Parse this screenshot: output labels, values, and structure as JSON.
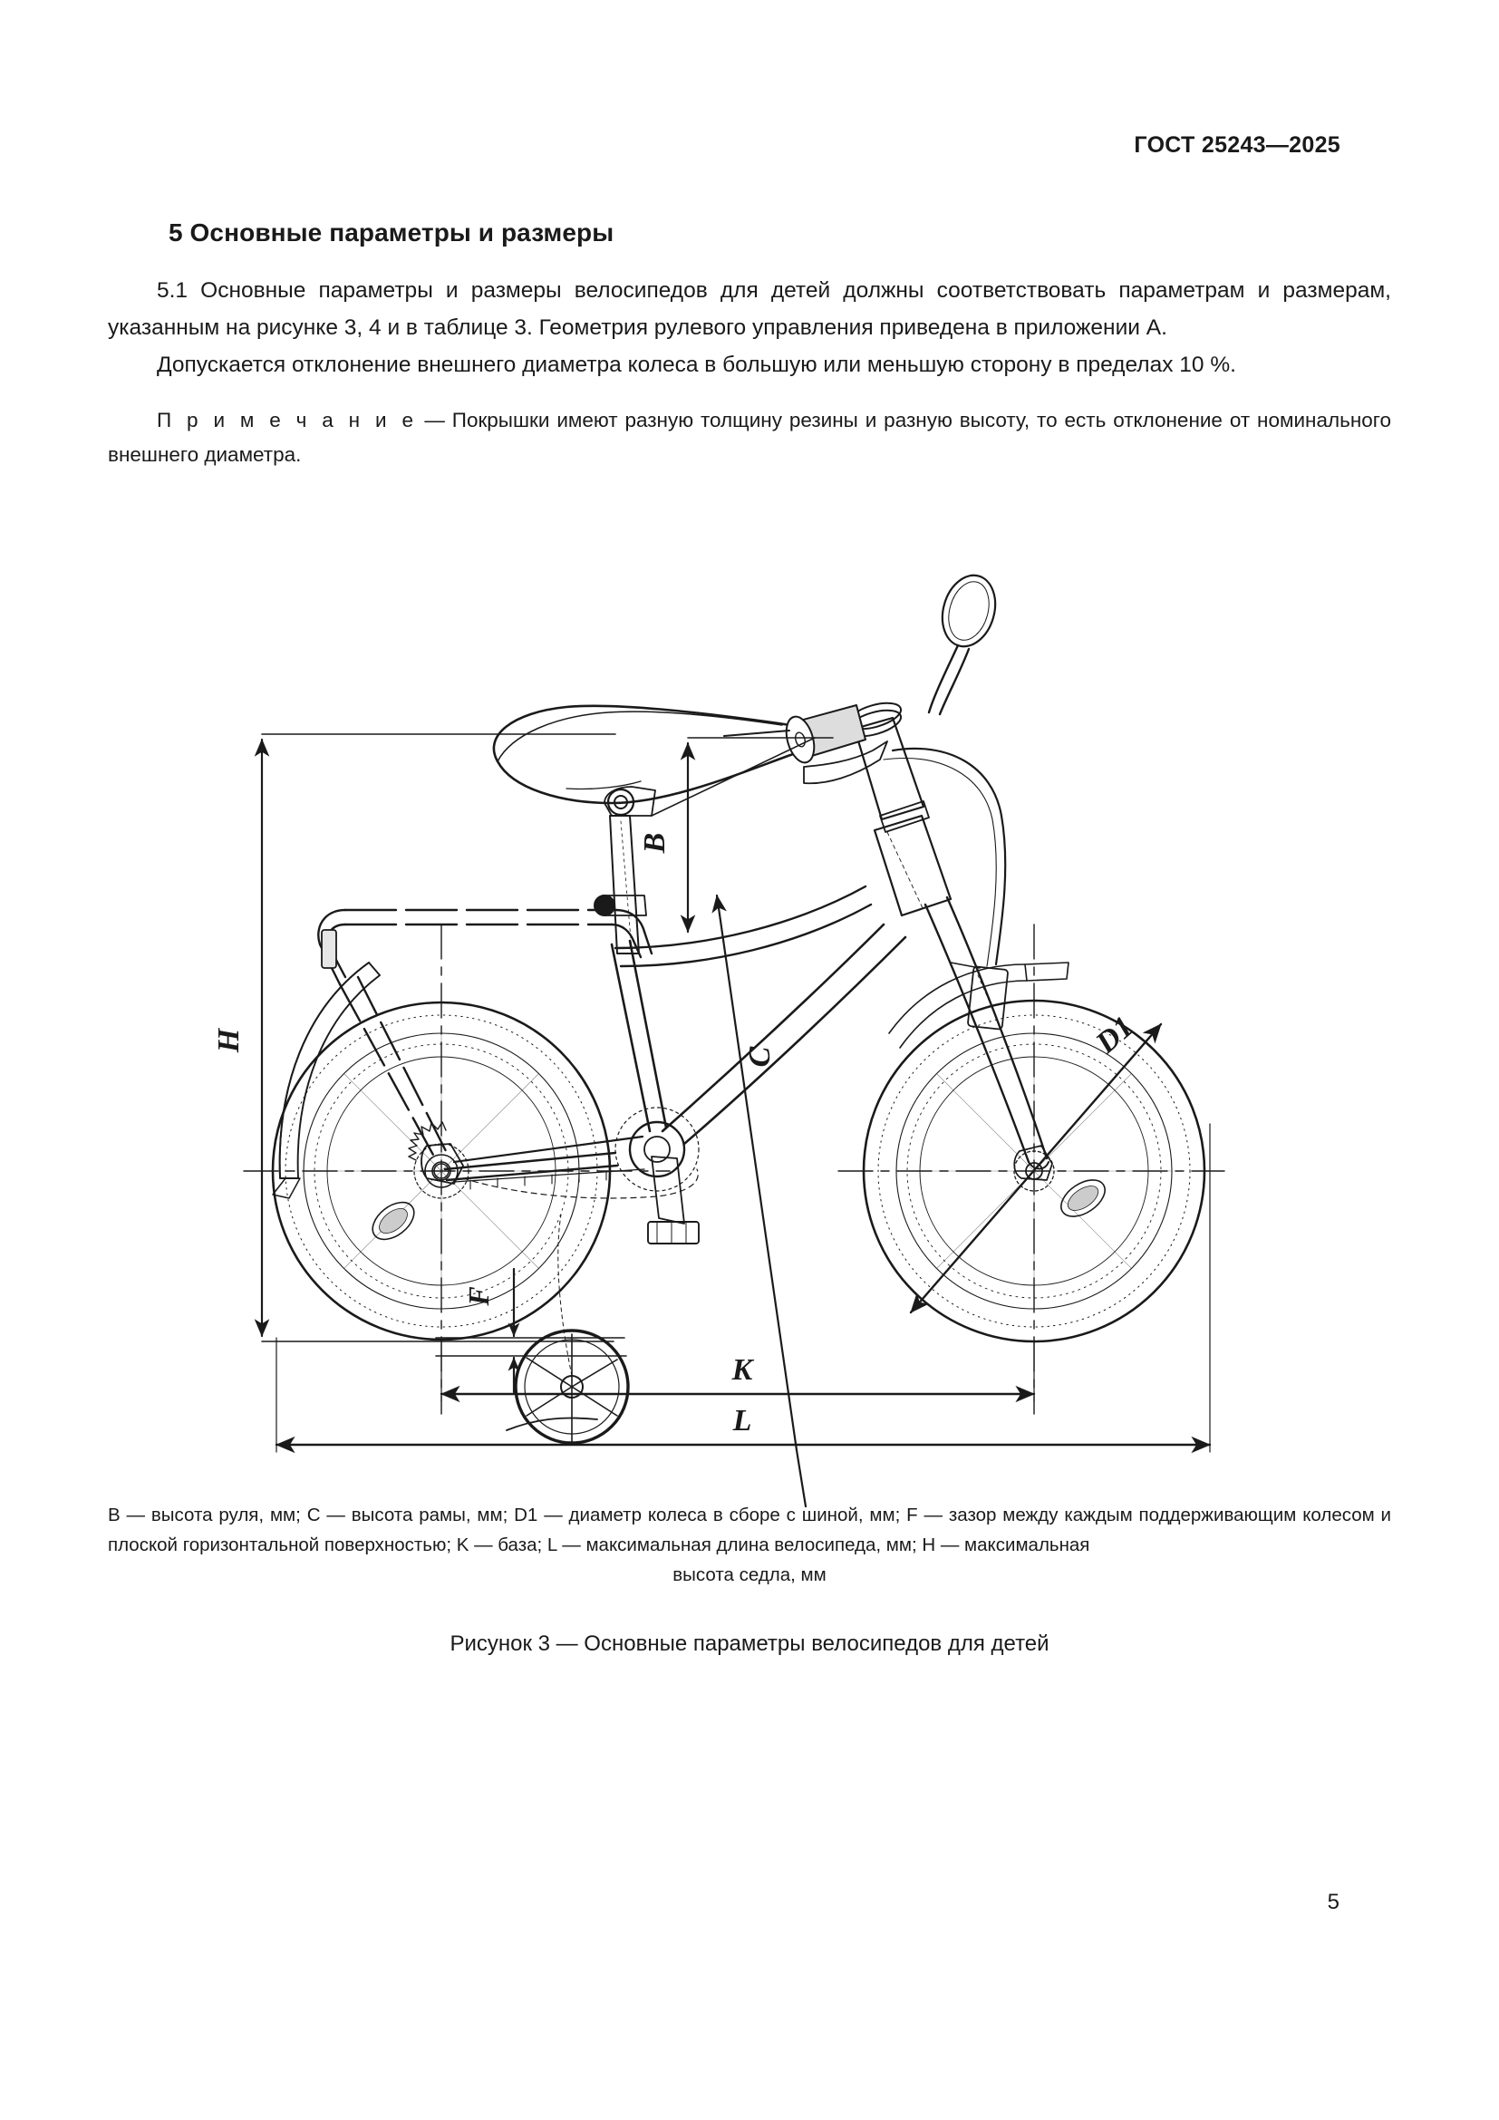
{
  "header": {
    "standard_id": "ГОСТ 25243—2025"
  },
  "section": {
    "heading": "5 Основные параметры и размеры"
  },
  "body": {
    "paragraph_1": "5.1 Основные параметры и размеры велосипедов для детей должны соответствовать параметрам и размерам, указанным на рисунке 3, 4 и в таблице 3. Геометрия рулевого управления приведена в приложении А.",
    "paragraph_2": "Допускается отклонение внешнего диаметра колеса в большую или меньшую сторону в пределах 10 %.",
    "note_label": "П р и м е ч а н и е",
    "note_dash": "—",
    "note_text": "Покрышки имеют разную толщину резины и разную высоту, то есть отклонение от номинального внешнего диаметра."
  },
  "figure": {
    "caption": "Рисунок 3 — Основные параметры велосипедов для детей",
    "legend_line_1": "B — высота руля, мм; C — высота рамы, мм; D1 — диаметр колеса в сборе с шиной, мм; F — зазор между каждым поддерживающим",
    "legend_line_2": "колесом и плоской горизонтальной поверхностью;  K — база;  L — максимальная длина велосипеда, мм;  H — максимальная",
    "legend_line_3": "высота седла, мм",
    "dimension_labels": {
      "B": "B",
      "C": "C",
      "D1": "D1",
      "F": "F",
      "H": "H",
      "K": "K",
      "L": "L"
    },
    "legend_entries": [
      {
        "symbol": "B",
        "meaning": "высота руля, мм"
      },
      {
        "symbol": "C",
        "meaning": "высота рамы, мм"
      },
      {
        "symbol": "D1",
        "meaning": "диаметр колеса в сборе с шиной, мм"
      },
      {
        "symbol": "F",
        "meaning": "зазор между каждым поддерживающим колесом и плоской горизонтальной поверхностью"
      },
      {
        "symbol": "K",
        "meaning": "база"
      },
      {
        "symbol": "L",
        "meaning": "максимальная длина велосипеда, мм"
      },
      {
        "symbol": "H",
        "meaning": "максимальная высота седла, мм"
      }
    ],
    "drawing_description": "Технический чертёж детского велосипеда, вид сбоку, с поддерживающими колёсами",
    "colors": {
      "line": "#1a1a1a",
      "background": "#ffffff"
    }
  },
  "footer": {
    "page_number": "5"
  }
}
